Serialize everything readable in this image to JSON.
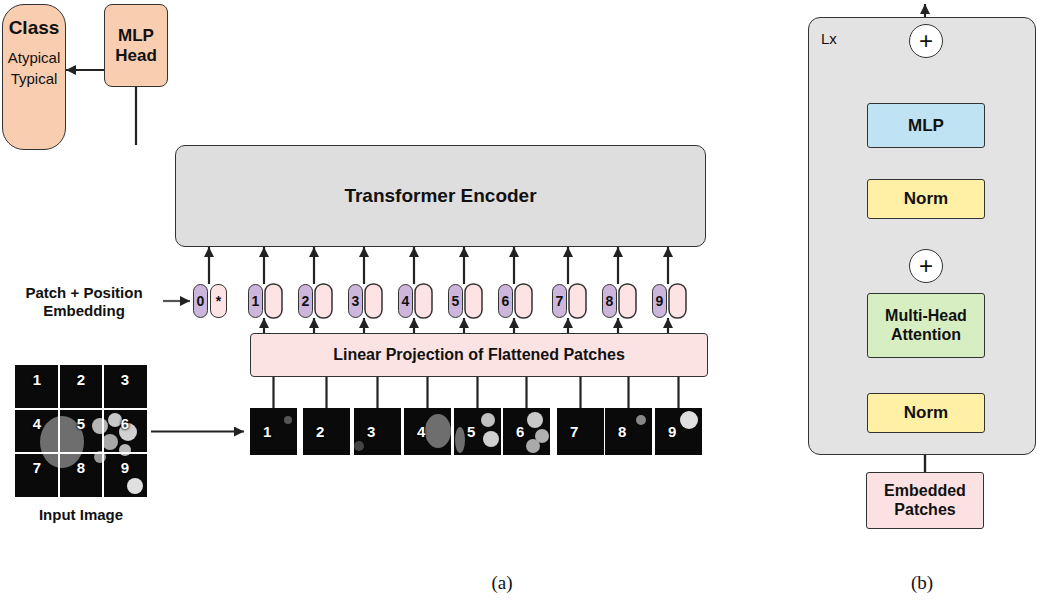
{
  "diagram": {
    "nodes": [
      {
        "text": [
          "Class",
          "Atypical",
          "Typical"
        ]
      },
      {
        "text": [
          "MLP Head"
        ]
      },
      {
        "text": [
          "Transformer Encoder"
        ]
      },
      {
        "text": [
          "0"
        ]
      },
      {
        "text": [
          "*"
        ]
      },
      {
        "text": [
          "1"
        ]
      },
      {
        "text": [
          "2"
        ]
      },
      {
        "text": [
          "3"
        ]
      },
      {
        "text": [
          "4"
        ]
      },
      {
        "text": [
          "5"
        ]
      },
      {
        "text": [
          "6"
        ]
      },
      {
        "text": [
          "7"
        ]
      },
      {
        "text": [
          "8"
        ]
      },
      {
        "text": [
          "9"
        ]
      },
      {
        "text": [
          "Linear Projection of Flattened Patches"
        ]
      },
      {
        "text": [
          "Input Image"
        ]
      },
      {
        "text": [
          "1"
        ],
        "in": 15
      },
      {
        "text": [
          "2"
        ],
        "in": 15
      },
      {
        "text": [
          "3"
        ],
        "in": 15
      },
      {
        "text": [
          "4"
        ],
        "in": 15
      },
      {
        "text": [
          "5"
        ],
        "in": 15
      },
      {
        "text": [
          "6"
        ],
        "in": 15
      },
      {
        "text": [
          "7"
        ],
        "in": 15
      },
      {
        "text": [
          "8"
        ],
        "in": 15
      },
      {
        "text": [
          "9"
        ],
        "in": 15
      },
      {
        "text": [
          "1"
        ]
      },
      {
        "text": [
          "2"
        ]
      },
      {
        "text": [
          "3"
        ]
      },
      {
        "text": [
          "4"
        ]
      },
      {
        "text": [
          "5"
        ]
      },
      {
        "text": [
          "6"
        ]
      },
      {
        "text": [
          "7"
        ]
      },
      {
        "text": [
          "8"
        ]
      },
      {
        "text": [
          "9"
        ]
      },
      {
        "text": [
          "Lx"
        ]
      },
      {
        "text": [
          "+"
        ],
        "in": 34
      },
      {
        "text": [
          "MLP"
        ],
        "in": 34
      },
      {
        "text": [
          "Norm"
        ],
        "in": 34
      },
      {
        "text": [
          "+"
        ],
        "in": 34
      },
      {
        "text": [
          "Multi-Head Attention"
        ],
        "in": 34
      },
      {
        "text": [
          "Norm"
        ],
        "in": 34
      },
      {
        "text": [
          "Embedded Patches"
        ]
      }
    ],
    "edges": [
      {
        "from": 1,
        "to": 0,
        "arrow": "to"
      },
      {
        "from": 2,
        "to": 1,
        "arrow": "none"
      },
      {
        "from": 3,
        "to": 2,
        "arrow": "to"
      },
      {
        "from": 5,
        "to": 2,
        "arrow": "to"
      },
      {
        "from": 6,
        "to": 2,
        "arrow": "to"
      },
      {
        "from": 7,
        "to": 2,
        "arrow": "to"
      },
      {
        "from": 8,
        "to": 2,
        "arrow": "to"
      },
      {
        "from": 9,
        "to": 2,
        "arrow": "to"
      },
      {
        "from": 10,
        "to": 2,
        "arrow": "to"
      },
      {
        "from": 11,
        "to": 2,
        "arrow": "to"
      },
      {
        "from": 12,
        "to": 2,
        "arrow": "to"
      },
      {
        "from": 13,
        "to": 2,
        "arrow": "to"
      },
      {
        "from": 14,
        "to": 5,
        "arrow": "to"
      },
      {
        "from": 14,
        "to": 6,
        "arrow": "to"
      },
      {
        "from": 14,
        "to": 7,
        "arrow": "to"
      },
      {
        "from": 14,
        "to": 8,
        "arrow": "to"
      },
      {
        "from": 14,
        "to": 9,
        "arrow": "to"
      },
      {
        "from": 14,
        "to": 10,
        "arrow": "to"
      },
      {
        "from": 14,
        "to": 11,
        "arrow": "to"
      },
      {
        "from": 14,
        "to": 12,
        "arrow": "to"
      },
      {
        "from": 14,
        "to": 13,
        "arrow": "to"
      },
      {
        "from": 25,
        "to": 14,
        "arrow": "none"
      },
      {
        "from": 26,
        "to": 14,
        "arrow": "none"
      },
      {
        "from": 27,
        "to": 14,
        "arrow": "none"
      },
      {
        "from": 28,
        "to": 14,
        "arrow": "none"
      },
      {
        "from": 29,
        "to": 14,
        "arrow": "none"
      },
      {
        "from": 30,
        "to": 14,
        "arrow": "none"
      },
      {
        "from": 31,
        "to": 14,
        "arrow": "none"
      },
      {
        "from": 32,
        "to": 14,
        "arrow": "none"
      },
      {
        "from": 33,
        "to": 14,
        "arrow": "none"
      },
      {
        "from": 15,
        "to": 25,
        "arrow": "to"
      },
      {
        "from": 41,
        "to": 40,
        "arrow": "none"
      },
      {
        "from": 40,
        "to": 39,
        "arrow": "to"
      },
      {
        "from": 40,
        "to": 39,
        "arrow": "to"
      },
      {
        "from": 40,
        "to": 39,
        "arrow": "to"
      },
      {
        "from": 39,
        "to": 38,
        "arrow": "to"
      },
      {
        "from": 41,
        "to": 38,
        "arrow": "to"
      },
      {
        "from": 38,
        "to": 37,
        "arrow": "to"
      },
      {
        "from": 37,
        "to": 36,
        "arrow": "to"
      },
      {
        "from": 36,
        "to": 35,
        "arrow": "to"
      },
      {
        "from": 38,
        "to": 35,
        "arrow": "to"
      }
    ],
    "labels": [
      "Patch + Position Embedding",
      "(a)",
      "(b)"
    ]
  }
}
